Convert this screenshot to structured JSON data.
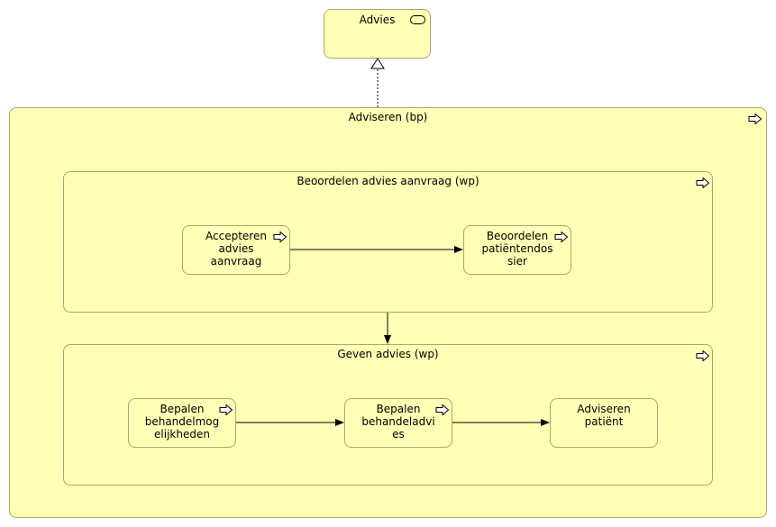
{
  "service": {
    "label": "Advies",
    "icon": "service-icon"
  },
  "process": {
    "label": "Adviseren (bp)",
    "icon": "process-arrow-icon",
    "groups": [
      {
        "label": "Beoordelen advies aanvraag (wp)",
        "steps": [
          "Accepteren\nadvies\naanvraag",
          "Beoordelen\npatiëntendos\nsier"
        ]
      },
      {
        "label": "Geven advies (wp)",
        "steps": [
          "Bepalen\nbehandelmog\nelijkheden",
          "Bepalen\nbehandeladvi\nes",
          "Adviseren\npatiënt"
        ]
      }
    ]
  },
  "colors": {
    "fill": "#ffffb5",
    "border": "#a8a878",
    "line": "#000000"
  }
}
